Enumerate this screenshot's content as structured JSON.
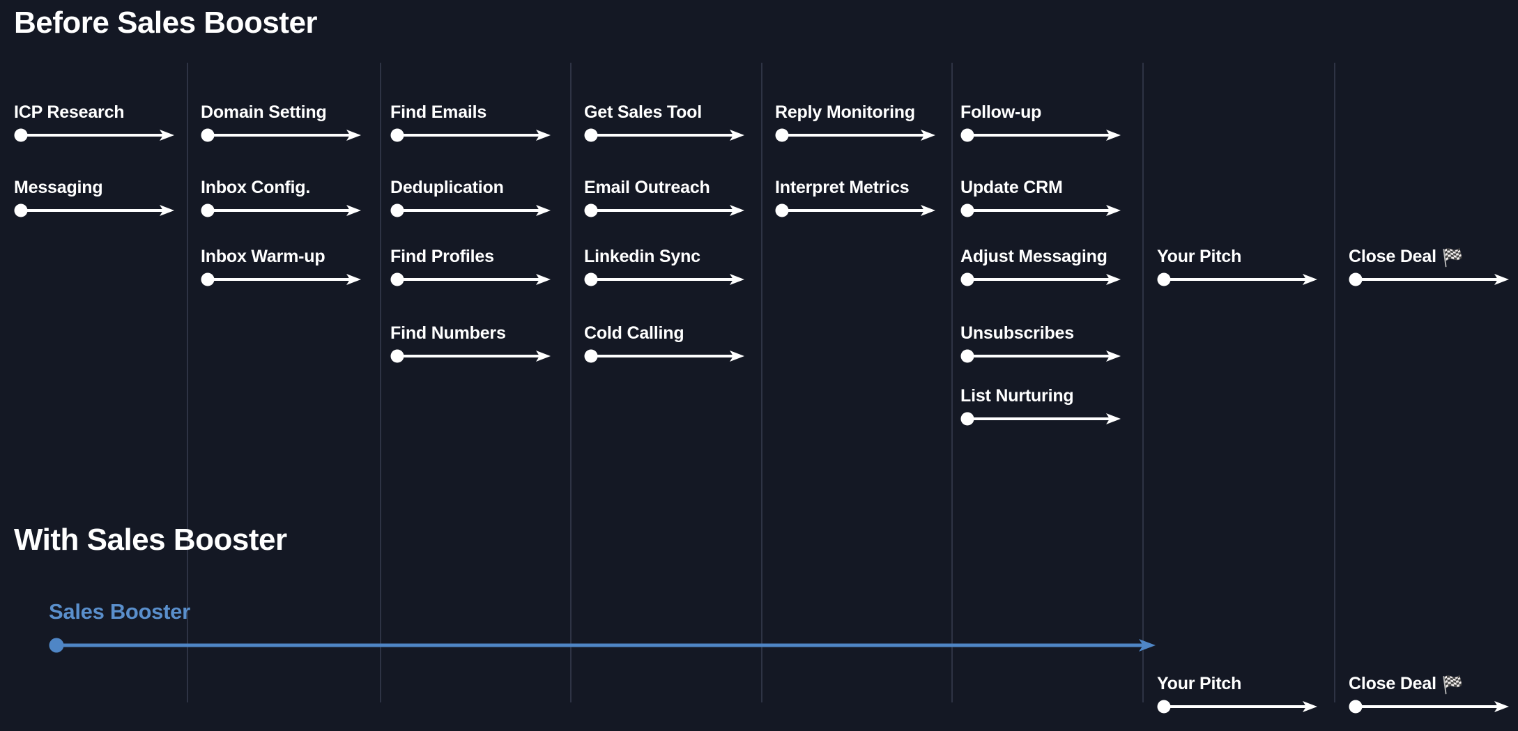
{
  "theme": {
    "background": "#141824",
    "divider": "#2e3344",
    "text": "#ffffff",
    "accent_blue": "#5a8fcc",
    "arrow_white": "#ffffff"
  },
  "sections": {
    "before": {
      "title": "Before Sales Booster"
    },
    "with": {
      "title": "With Sales Booster"
    }
  },
  "icons": {
    "checkered_flag": "🏁"
  },
  "before_columns": [
    {
      "id": "col-1",
      "tasks": [
        {
          "label": "ICP Research",
          "flag": ""
        },
        {
          "label": "Messaging",
          "flag": ""
        }
      ]
    },
    {
      "id": "col-2",
      "tasks": [
        {
          "label": "Domain Setting",
          "flag": ""
        },
        {
          "label": "Inbox Config.",
          "flag": ""
        },
        {
          "label": "Inbox Warm-up",
          "flag": ""
        }
      ]
    },
    {
      "id": "col-3",
      "tasks": [
        {
          "label": "Find Emails",
          "flag": ""
        },
        {
          "label": "Deduplication",
          "flag": ""
        },
        {
          "label": "Find Profiles",
          "flag": ""
        },
        {
          "label": "Find Numbers",
          "flag": ""
        }
      ]
    },
    {
      "id": "col-4",
      "tasks": [
        {
          "label": "Get Sales Tool",
          "flag": ""
        },
        {
          "label": "Email Outreach",
          "flag": ""
        },
        {
          "label": "Linkedin Sync",
          "flag": ""
        },
        {
          "label": "Cold Calling",
          "flag": ""
        }
      ]
    },
    {
      "id": "col-5",
      "tasks": [
        {
          "label": "Reply Monitoring",
          "flag": ""
        },
        {
          "label": "Interpret Metrics",
          "flag": ""
        }
      ]
    },
    {
      "id": "col-6",
      "tasks": [
        {
          "label": "Follow-up",
          "flag": ""
        },
        {
          "label": "Update CRM",
          "flag": ""
        },
        {
          "label": "Adjust Messaging",
          "flag": ""
        },
        {
          "label": "Unsubscribes",
          "flag": ""
        },
        {
          "label": "List Nurturing",
          "flag": ""
        }
      ]
    },
    {
      "id": "col-7",
      "tasks": [
        {
          "label": "Your Pitch",
          "flag": ""
        }
      ]
    },
    {
      "id": "col-8",
      "tasks": [
        {
          "label": "Close Deal",
          "flag": "🏁"
        }
      ]
    }
  ],
  "with_row": {
    "booster": {
      "label": "Sales Booster"
    },
    "pitch": {
      "label": "Your Pitch",
      "flag": ""
    },
    "close": {
      "label": "Close Deal",
      "flag": "🏁"
    }
  }
}
